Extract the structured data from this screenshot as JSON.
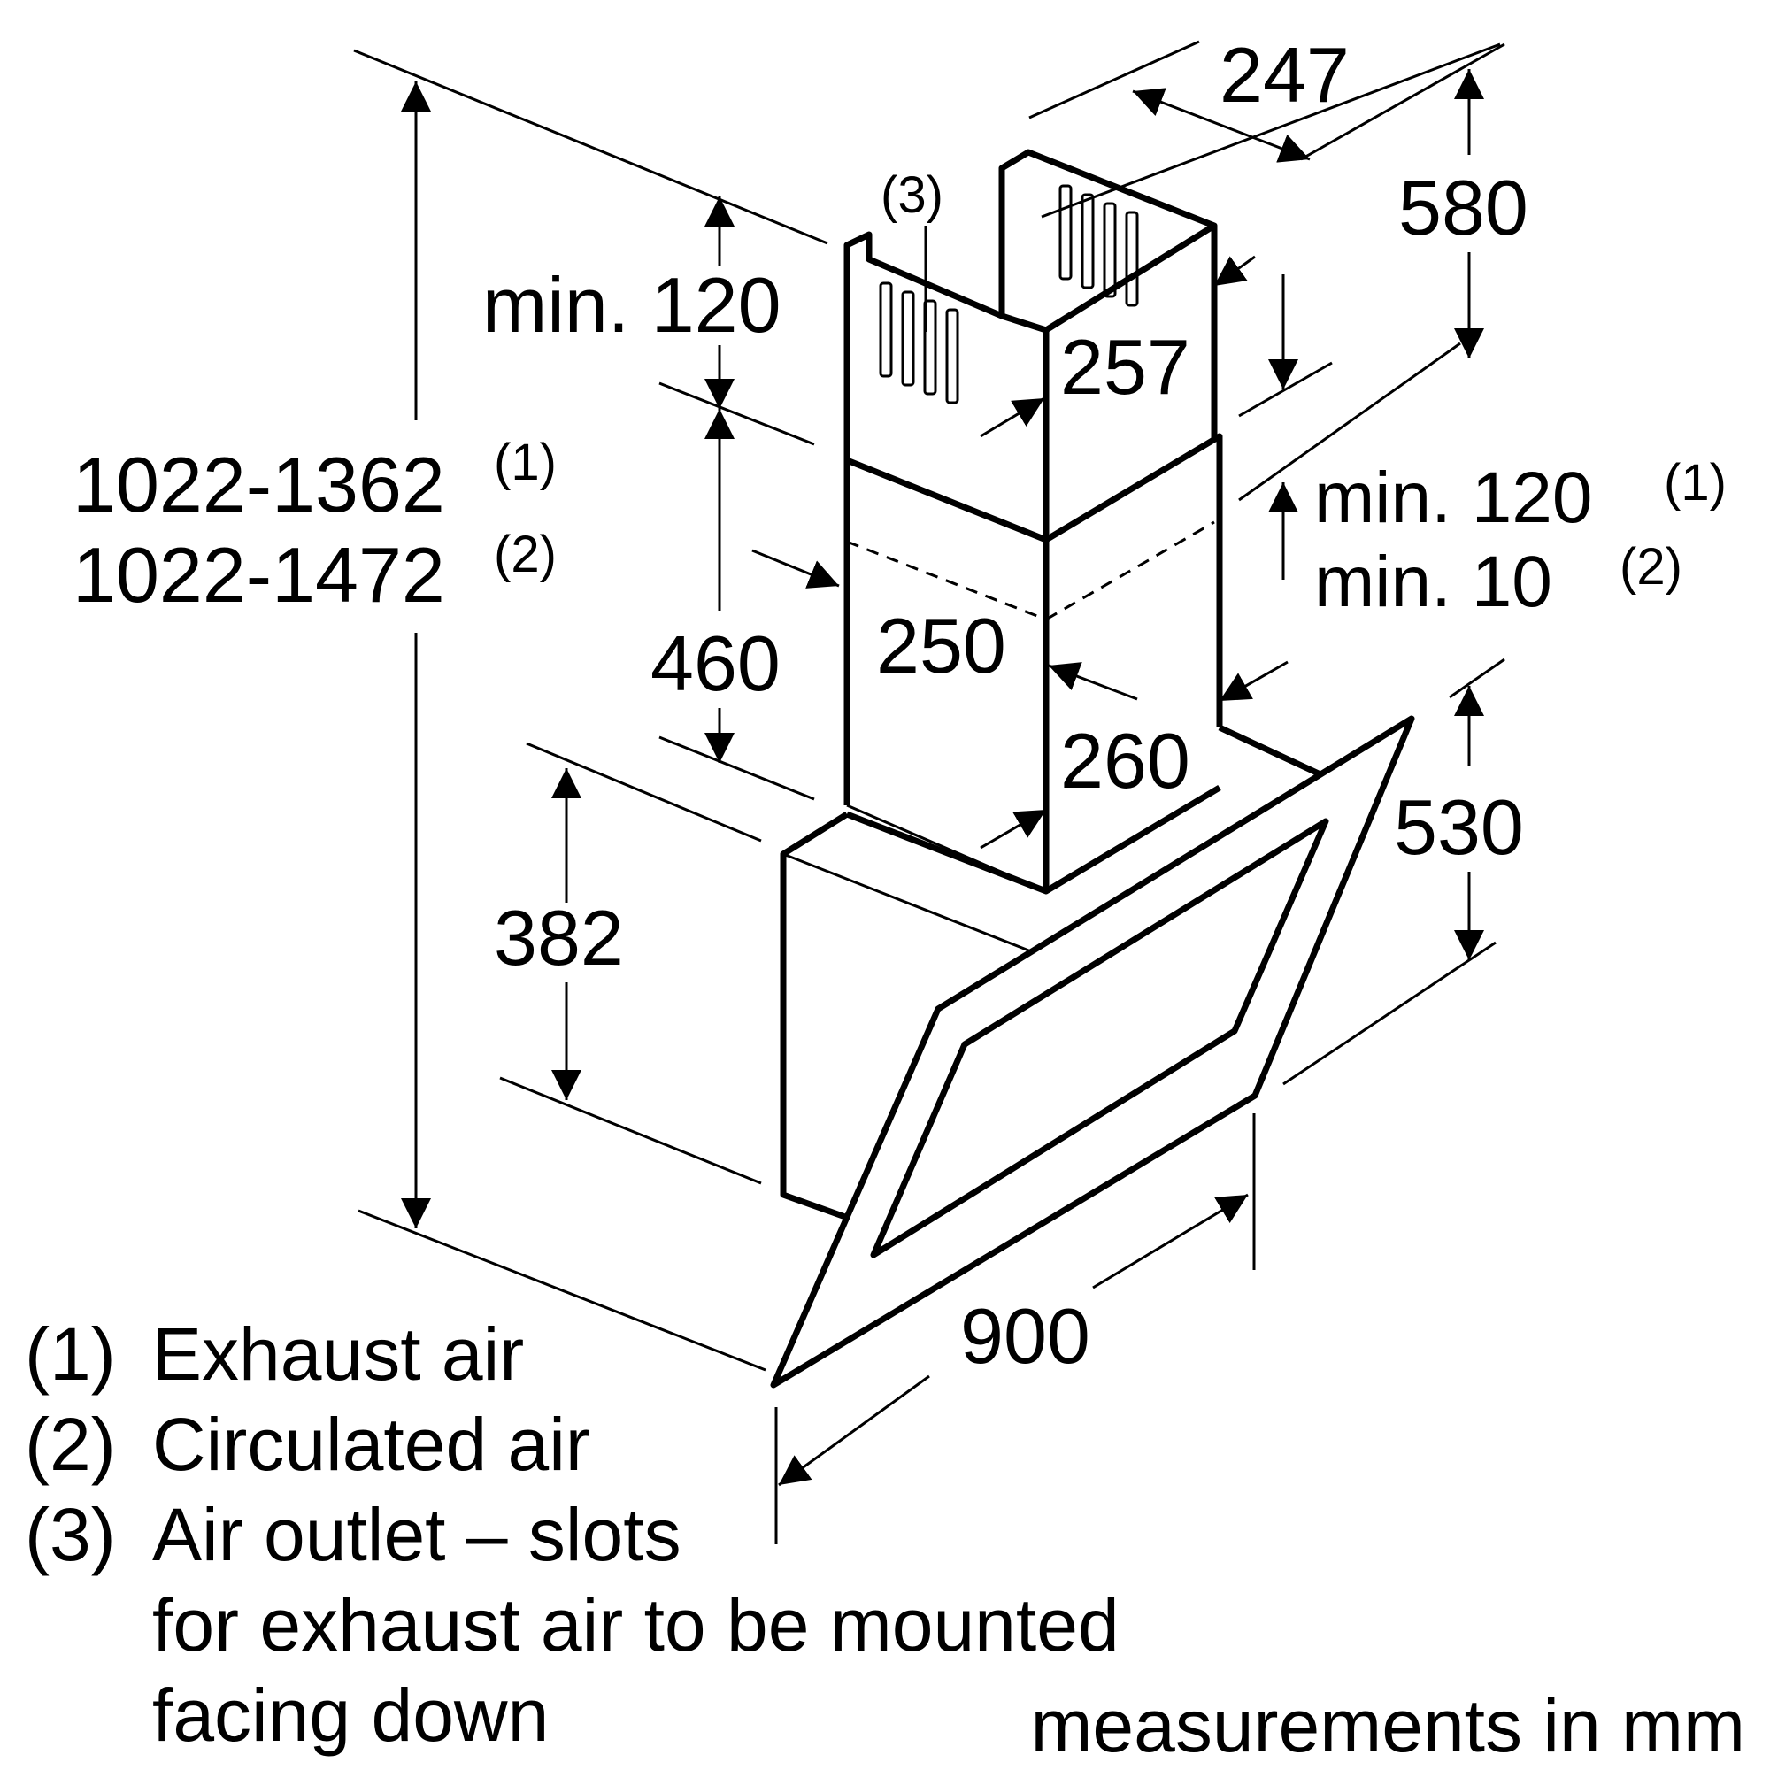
{
  "dimensions": {
    "total_height_exhaust": "1022-1362",
    "total_height_exhaust_ref": "(1)",
    "total_height_circulated": "1022-1472",
    "total_height_circulated_ref": "(2)",
    "duct_top_gap": "min. 120",
    "duct_depth": "247",
    "upper_duct_height": "580",
    "upper_duct_width": "257",
    "lower_duct_clearance_exhaust": "min. 120",
    "lower_duct_clearance_exhaust_ref": "(1)",
    "lower_duct_clearance_circulated": "min. 10",
    "lower_duct_clearance_circulated_ref": "(2)",
    "lower_duct_height": "460",
    "lower_duct_depth": "250",
    "lower_duct_width": "260",
    "body_height": "382",
    "hood_depth": "530",
    "hood_width": "900",
    "slot_callout": "(3)"
  },
  "legend": [
    {
      "number": "(1)",
      "text": "Exhaust air"
    },
    {
      "number": "(2)",
      "text": "Circulated air"
    },
    {
      "number": "(3)",
      "text": "Air outlet – slots"
    }
  ],
  "legend_continuation": [
    "for exhaust air to be mounted",
    "facing down"
  ],
  "units_note": "measurements in mm"
}
